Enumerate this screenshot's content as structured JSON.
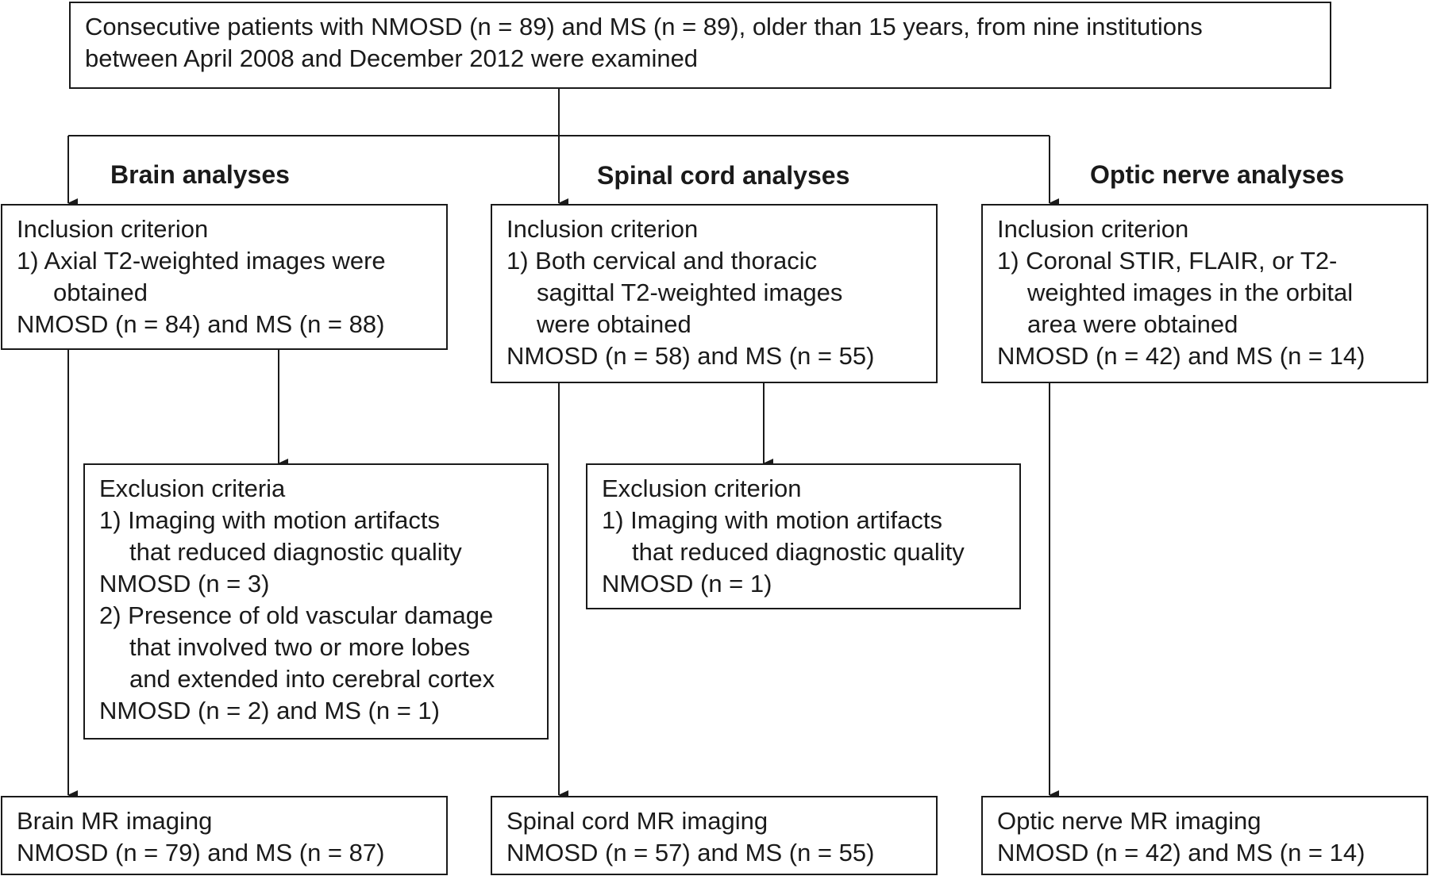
{
  "top": {
    "line1": "Consecutive patients with NMOSD (n = 89) and MS (n = 89), older than 15 years, from nine institutions",
    "line2": "between April 2008 and December 2012 were examined"
  },
  "headers": {
    "brain": "Brain analyses",
    "spinal": "Spinal cord analyses",
    "optic": "Optic nerve analyses"
  },
  "brain": {
    "inclusion": {
      "title": "Inclusion criterion",
      "c1a": "1)  Axial T2-weighted images were",
      "c1b": "obtained",
      "result": "NMOSD (n = 84) and MS (n = 88)"
    },
    "exclusion": {
      "title": "Exclusion criteria",
      "c1a": "1) Imaging with motion artifacts",
      "c1b": "that reduced diagnostic quality",
      "c1n": "NMOSD (n = 3)",
      "c2a": "2) Presence of old vascular damage",
      "c2b": "that involved two or more lobes",
      "c2c": "and extended into cerebral cortex",
      "c2n": "NMOSD (n = 2) and MS (n = 1)"
    },
    "final": {
      "title": "Brain MR imaging",
      "result": "NMOSD (n = 79) and MS (n = 87)"
    }
  },
  "spinal": {
    "inclusion": {
      "title": "Inclusion criterion",
      "c1a": "1) Both cervical and thoracic",
      "c1b": "sagittal T2-weighted images",
      "c1c": "were obtained",
      "result": "NMOSD (n = 58) and MS (n = 55)"
    },
    "exclusion": {
      "title": "Exclusion criterion",
      "c1a": "1) Imaging with motion artifacts",
      "c1b": "that reduced diagnostic quality",
      "c1n": "NMOSD (n = 1)"
    },
    "final": {
      "title": "Spinal cord MR imaging",
      "result": "NMOSD (n = 57) and MS (n = 55)"
    }
  },
  "optic": {
    "inclusion": {
      "title": "Inclusion criterion",
      "c1a": "1) Coronal STIR, FLAIR, or T2-",
      "c1b": "weighted images in the orbital",
      "c1c": "area were obtained",
      "result": "NMOSD (n = 42) and MS (n = 14)"
    },
    "final": {
      "title": "Optic nerve MR imaging",
      "result": "NMOSD (n = 42) and MS (n = 14)"
    }
  }
}
